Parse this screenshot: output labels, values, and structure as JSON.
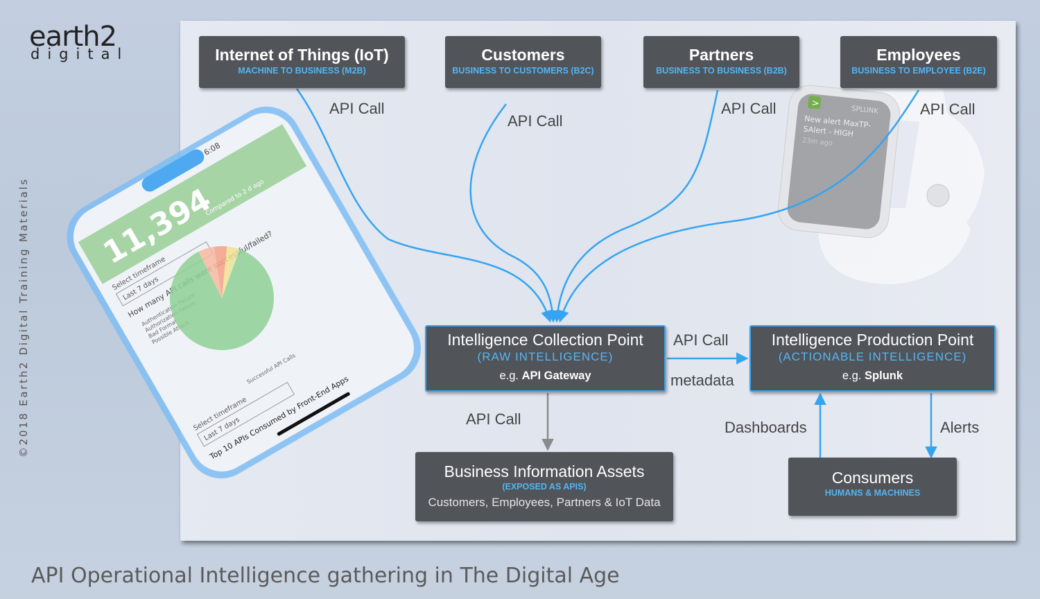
{
  "logo": {
    "main": "earth2",
    "sub": "digital"
  },
  "copyright": "©2018 Earth2 Digital Training Materials",
  "caption": "API Operational Intelligence gathering in The Digital Age",
  "sources": [
    {
      "title": "Internet of Things (IoT)",
      "subtitle": "MACHINE TO BUSINESS (M2B)"
    },
    {
      "title": "Customers",
      "subtitle": "BUSINESS TO CUSTOMERS (B2C)"
    },
    {
      "title": "Partners",
      "subtitle": "BUSINESS TO BUSINESS (B2B)"
    },
    {
      "title": "Employees",
      "subtitle": "BUSINESS TO EMPLOYEE (B2E)"
    }
  ],
  "collection": {
    "title": "Intelligence Collection Point",
    "subtitle": "(RAW INTELLIGENCE)",
    "eg_prefix": "e.g.",
    "eg": "API Gateway"
  },
  "production": {
    "title": "Intelligence Production Point",
    "subtitle": "(ACTIONABLE INTELLIGENCE)",
    "eg_prefix": "e.g.",
    "eg": "Splunk"
  },
  "assets": {
    "title": "Business Information Assets",
    "subtitle": "(EXPOSED AS APIS)",
    "detail": "Customers, Employees, Partners & IoT Data"
  },
  "consumers": {
    "title": "Consumers",
    "subtitle": "HUMANS & MACHINES"
  },
  "labels": {
    "api_call_iot": "API Call",
    "api_call_customers": "API Call",
    "api_call_partners": "API Call",
    "api_call_employees": "API Call",
    "api_call_mid": "API Call",
    "metadata": "metadata",
    "api_call_down": "API Call",
    "dashboards": "Dashboards",
    "alerts": "Alerts"
  },
  "phone": {
    "time": "6:08",
    "big_number": "11,394",
    "compared": "Compared to 2 d ago",
    "select_timeframe": "Select timeframe",
    "last_7_days": "Last 7 days",
    "question": "How many API calls were successful/failed?",
    "legend": [
      "Authentication Failure",
      "Authorization Failure",
      "Bad Format",
      "Possible Attack"
    ],
    "success_label": "Successful API Calls",
    "top10": "Top 10 APIs Consumed by Front-End Apps"
  },
  "watch": {
    "app": "SPLUNK",
    "line1": "New alert MaxTP-",
    "line2": "SAlert - HIGH",
    "line3": "23m ago"
  },
  "chart_data": {
    "type": "pie",
    "title": "How many API calls were successful/failed?",
    "categories": [
      "Successful API Calls",
      "Authentication Failure",
      "Authorization Failure",
      "Bad Format",
      "Possible Attack"
    ],
    "values": [
      87,
      5,
      4,
      2,
      2
    ]
  },
  "colors": {
    "accent": "#34a4f0",
    "box": "#515459",
    "arrow_gray": "#8a8a8a"
  }
}
